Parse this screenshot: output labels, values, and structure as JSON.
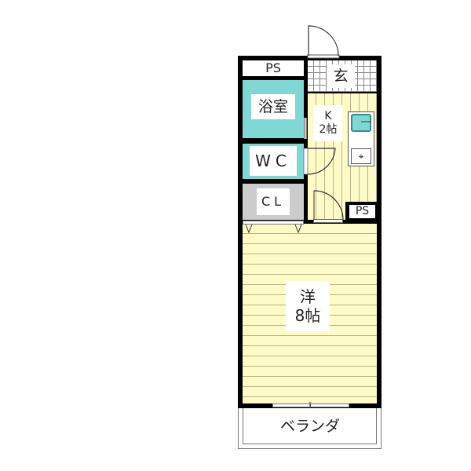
{
  "floorplan": {
    "rooms": {
      "ps_top": {
        "label": "PS"
      },
      "entrance": {
        "label": "玄"
      },
      "bathroom": {
        "label": "浴室"
      },
      "kitchen": {
        "label": "K\n2帖",
        "line1": "K",
        "line2": "2帖"
      },
      "toilet": {
        "label": "WC"
      },
      "closet": {
        "label": "CL"
      },
      "ps_kitchen": {
        "label": "PS"
      },
      "western_room": {
        "label": "洋\n8帖",
        "line1": "洋",
        "line2": "8帖"
      },
      "veranda": {
        "label": "ベランダ"
      }
    },
    "fixtures": [
      "sink-icon",
      "stove-icon"
    ],
    "colors": {
      "wall": "#000000",
      "floor": "#fdfbc8",
      "floor_line": "#b9b58a",
      "wet_area": "#7fd8d4",
      "closet": "#cccccc",
      "tile_grid": "#888888"
    }
  }
}
